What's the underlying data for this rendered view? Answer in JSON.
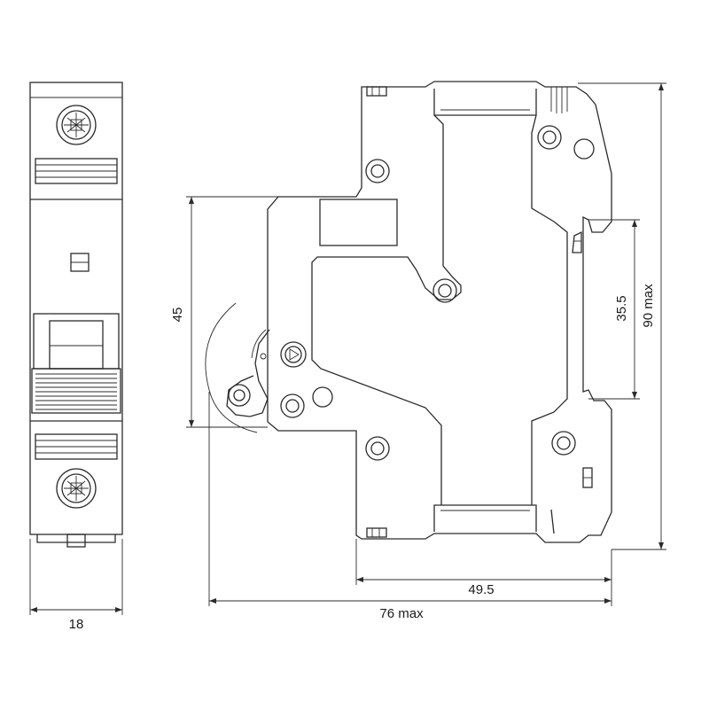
{
  "dimensions": {
    "front_width": "18",
    "height_left": "45",
    "terminal_height": "35.5",
    "overall_height": "90 max",
    "rail_depth": "49.5",
    "overall_depth": "76 max"
  }
}
